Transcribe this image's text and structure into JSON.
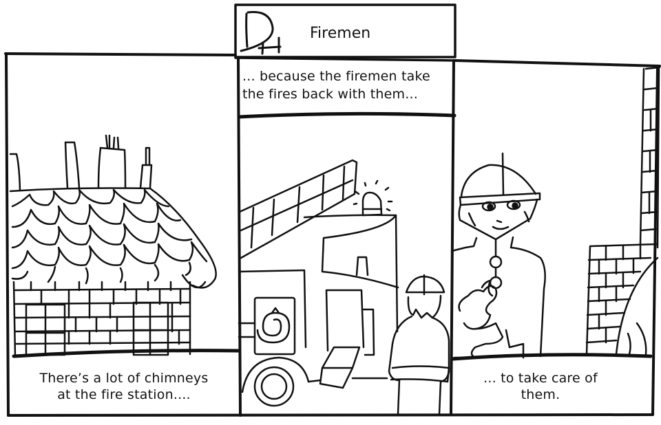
{
  "comic": {
    "title": "Firemen",
    "signature": "DH",
    "panels": [
      {
        "id": 1,
        "caption": "There’s a lot of chimneys at the fire station....",
        "caption_lines": [
          "There’s a lot of chimneys",
          "at the fire station...."
        ],
        "scene": "brick building with scalloped tile roof and four chimneys"
      },
      {
        "id": 2,
        "caption": "... because the firemen take the fires back with them...",
        "caption_lines": [
          "... because the firemen take",
          "the fires back with them..."
        ],
        "scene": "fire engine with ladder, flashing beacon, hose reel, and a fireman in helmet seen from behind"
      },
      {
        "id": 3,
        "caption": "... to take care of them.",
        "caption_lines": [
          "... to take care of",
          "them."
        ],
        "scene": "smiling fireman in helmet holding a small flame, brick chimney and fireplace behind"
      }
    ]
  },
  "colors": {
    "ink": "#111111",
    "paper": "#ffffff"
  }
}
